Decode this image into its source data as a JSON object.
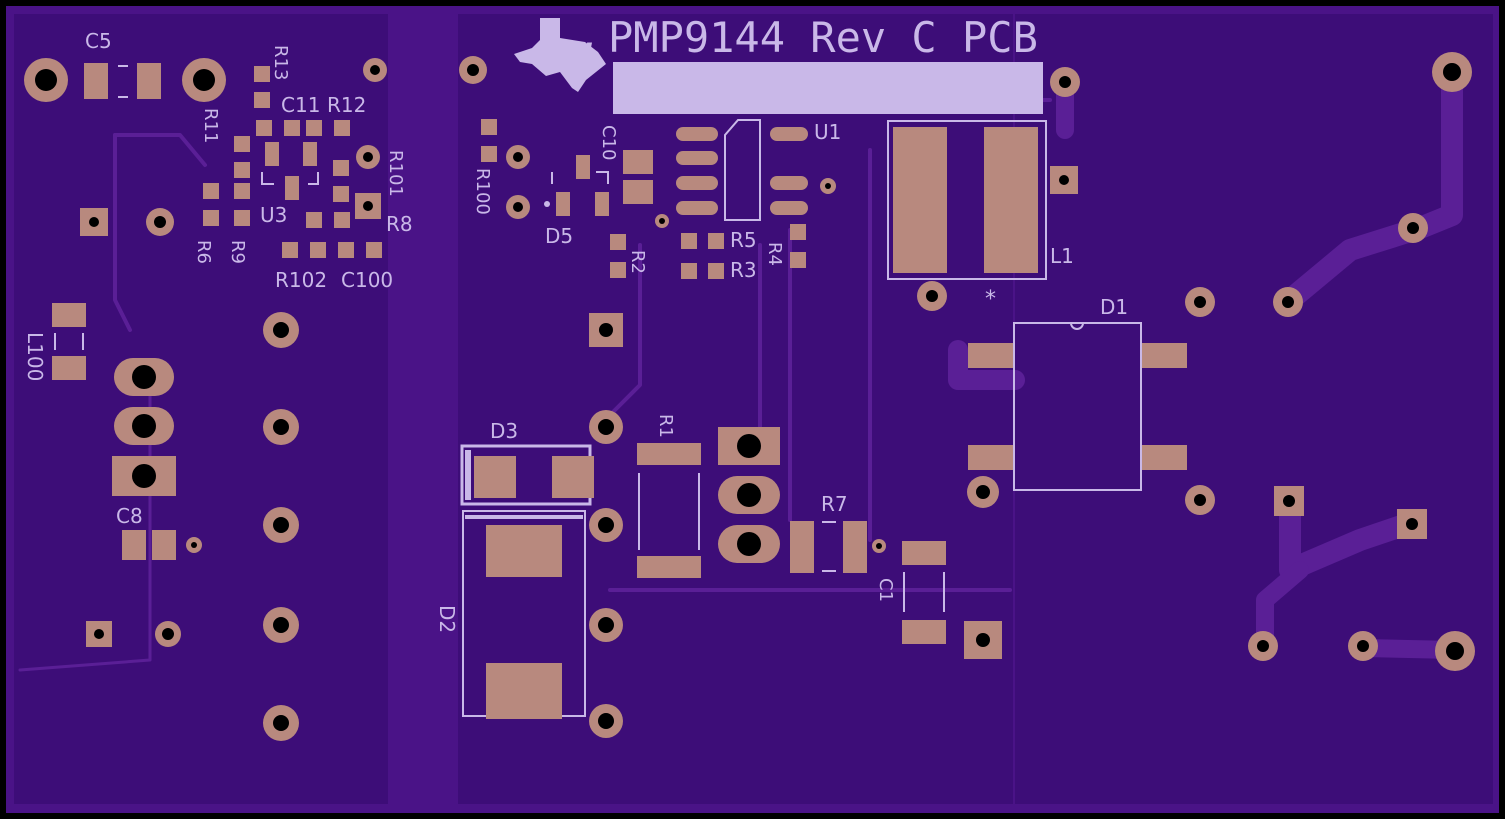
{
  "board": {
    "title": "PMP9144 Rev C PCB",
    "colors": {
      "substrate": "#4a1387",
      "copper_pour": "#3d0d78",
      "trace": "#5a1f96",
      "pad": "#b8897e",
      "silkscreen": "#c9b8e8",
      "outline": "#000000"
    },
    "logo": "ti-texas-logo",
    "designators": {
      "C5": "C5",
      "R13": "R13",
      "C11": "C11",
      "R12": "R12",
      "R11": "R11",
      "R101": "R101",
      "R8": "R8",
      "U3": "U3",
      "R6": "R6",
      "R9": "R9",
      "R102": "R102",
      "C100": "C100",
      "L100": "L100",
      "C8": "C8",
      "R100": "R100",
      "C10": "C10",
      "D5": "D5",
      "U1": "U1",
      "R5": "R5",
      "R3": "R3",
      "R4": "R4",
      "R2": "R2",
      "L1": "L1",
      "D1": "D1",
      "D3": "D3",
      "R1": "R1",
      "R7": "R7",
      "C1": "C1",
      "D2": "D2"
    }
  }
}
